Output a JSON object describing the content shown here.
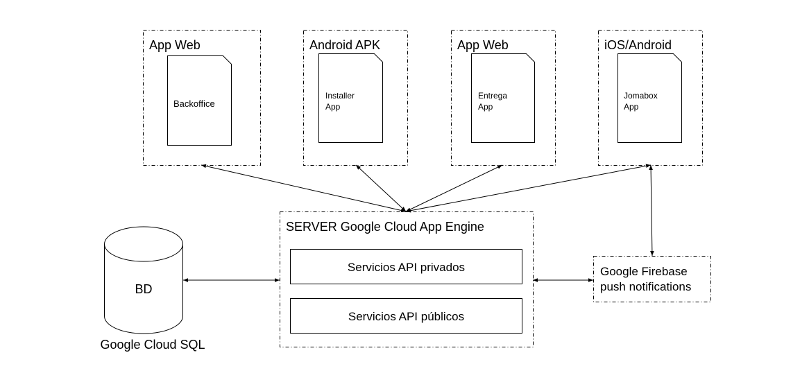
{
  "clients": [
    {
      "platform": "App Web",
      "doc_lines": [
        "Backoffice"
      ]
    },
    {
      "platform": "Android APK",
      "doc_lines": [
        "Installer",
        "App"
      ]
    },
    {
      "platform": "App Web",
      "doc_lines": [
        "Entrega",
        "App"
      ]
    },
    {
      "platform": "iOS/Android",
      "doc_lines": [
        "Jomabox",
        "App"
      ]
    }
  ],
  "server": {
    "title": "SERVER Google Cloud App Engine",
    "private_api": "Servicios API privados",
    "public_api": "Servicios API públicos"
  },
  "database": {
    "label": "BD",
    "caption": "Google Cloud SQL"
  },
  "firebase": {
    "line1": "Google Firebase",
    "line2": "push notifications"
  }
}
